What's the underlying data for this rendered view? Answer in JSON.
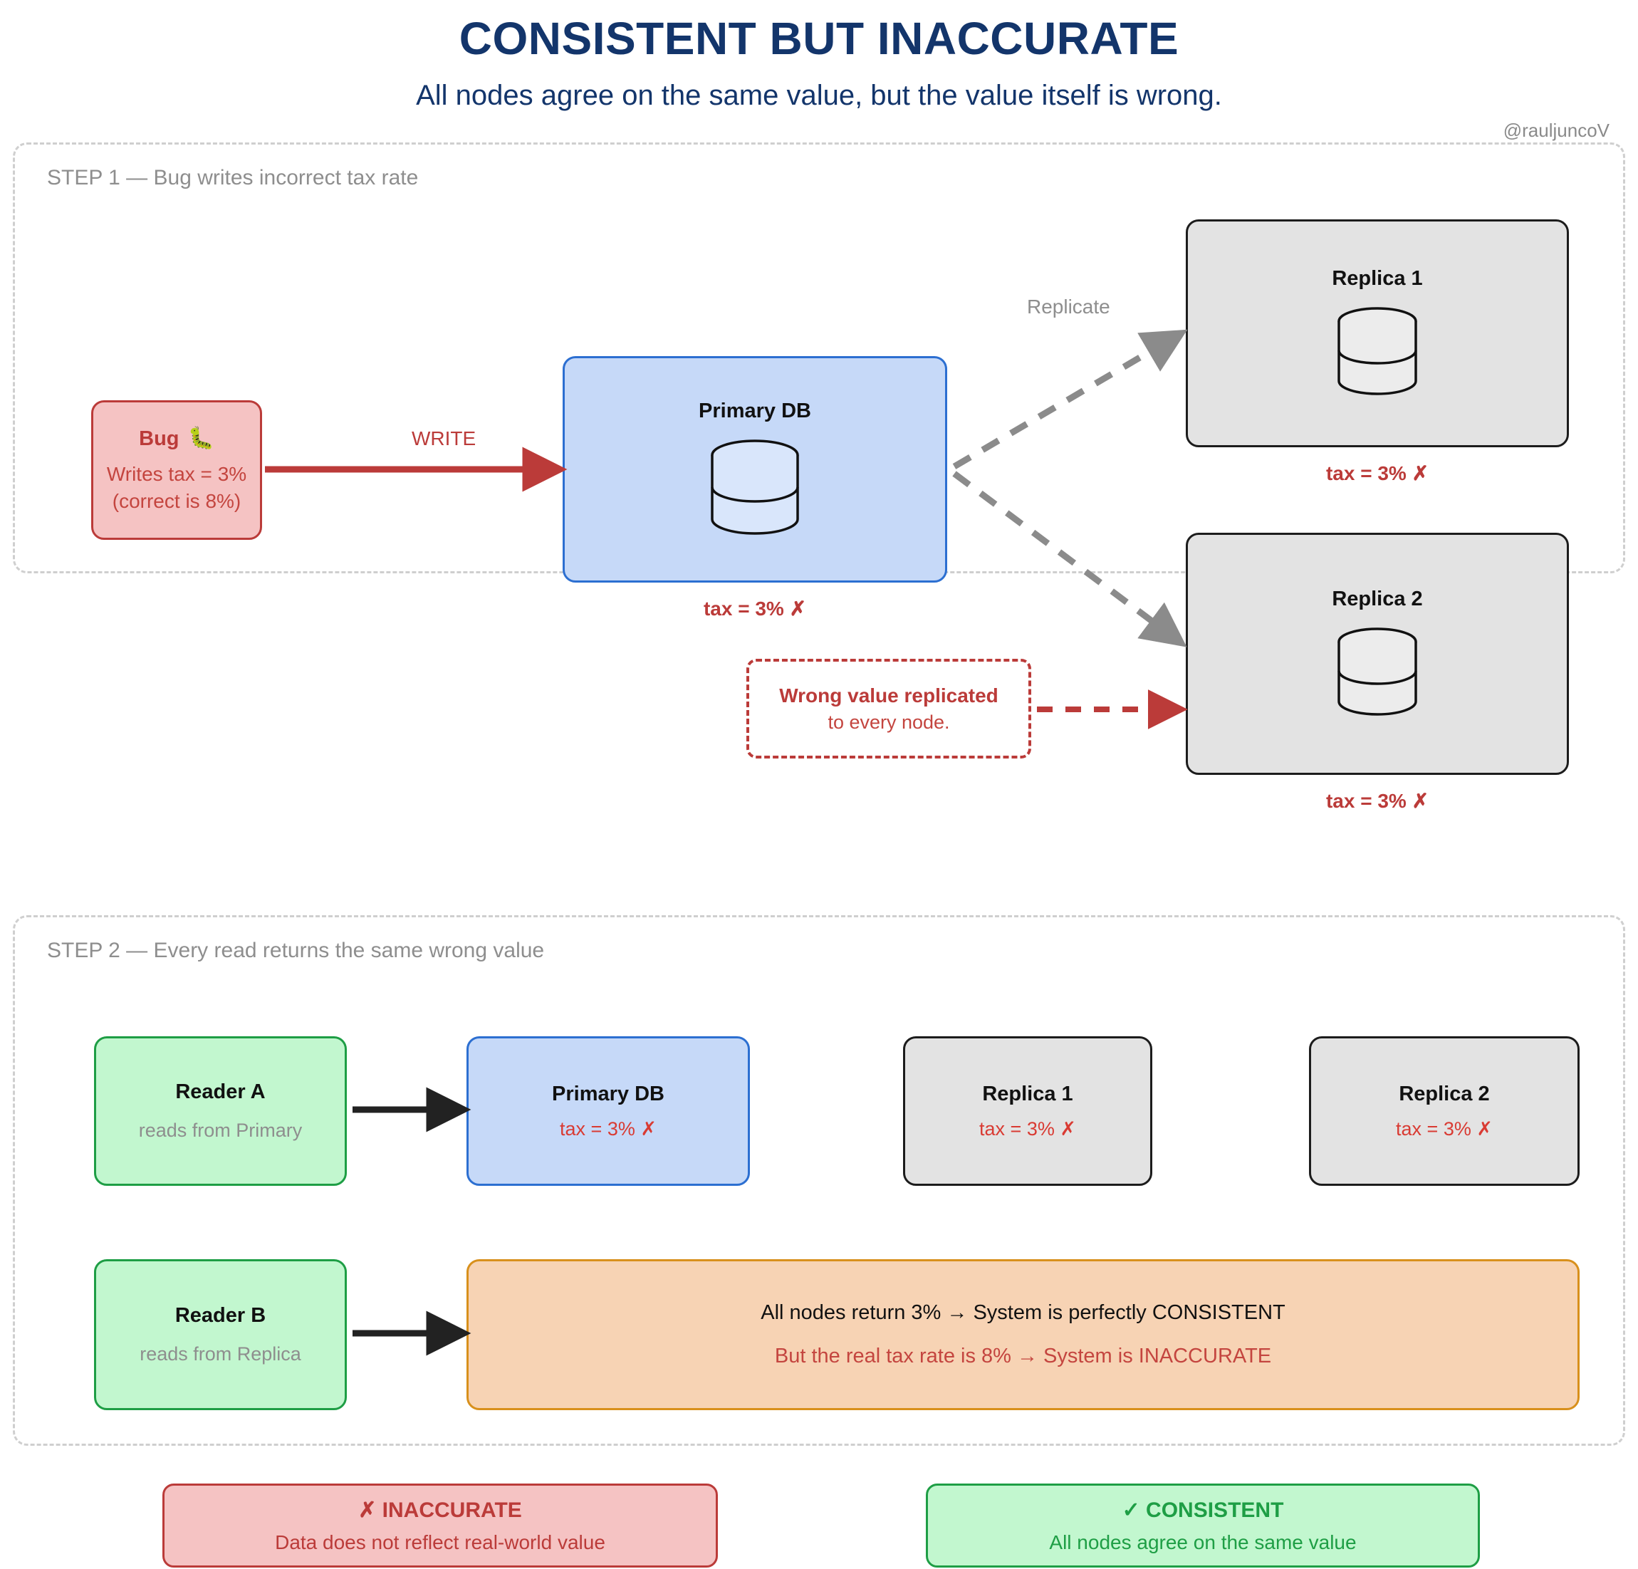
{
  "header": {
    "title": "CONSISTENT BUT INACCURATE",
    "subtitle": "All nodes agree on the same value, but the value itself is wrong.",
    "handle": "@rauljuncoV"
  },
  "colors": {
    "title_blue": "#13356b",
    "error_red": "#bb3b39",
    "ok_green": "#1e9e45",
    "primary_blue": "#2c6fd1",
    "replica_grey": "#e3e3e3",
    "summary_orange": "#f7d3b4",
    "muted_grey": "#8e8e8e"
  },
  "step1": {
    "label": "STEP 1 — Bug writes incorrect tax rate",
    "bug": {
      "title": "Bug",
      "icon": "caterpillar-emoji",
      "emoji": "🐛",
      "line1": "Writes tax = 3%",
      "line2": "(correct is 8%)"
    },
    "write_label": "WRITE",
    "replicate_label": "Replicate",
    "primary": {
      "title": "Primary DB",
      "caption": "tax = 3% ✗"
    },
    "replica1": {
      "title": "Replica 1",
      "caption": "tax = 3% ✗"
    },
    "replica2": {
      "title": "Replica 2",
      "caption": "tax = 3% ✗"
    },
    "callout": {
      "strong": "Wrong value replicated",
      "sub": "to every node."
    }
  },
  "step2": {
    "label": "STEP 2 — Every read returns the same wrong value",
    "reader_a": {
      "title": "Reader A",
      "sub": "reads from Primary"
    },
    "reader_b": {
      "title": "Reader B",
      "sub": "reads from Replica"
    },
    "nodes": [
      {
        "title": "Primary DB",
        "value": "tax = 3% ✗"
      },
      {
        "title": "Replica 1",
        "value": "tax = 3% ✗"
      },
      {
        "title": "Replica 2",
        "value": "tax = 3% ✗"
      }
    ],
    "summary": {
      "line1": "All nodes return 3% → System is perfectly CONSISTENT",
      "line2": "But the real tax rate is 8% → System is INACCURATE"
    }
  },
  "legend": {
    "inaccurate": {
      "title": "✗ INACCURATE",
      "sub": "Data does not reflect real-world value"
    },
    "consistent": {
      "title": "✓ CONSISTENT",
      "sub": "All nodes agree on the same value"
    }
  }
}
